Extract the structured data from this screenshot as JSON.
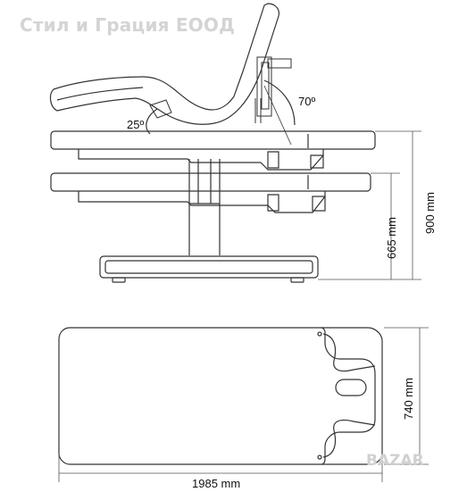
{
  "watermark": "Стил и Грация ЕООД",
  "logo": "BAZAR",
  "annotations": {
    "angle_leg": "25º",
    "angle_back": "70º",
    "height_max": "900 mm",
    "height_min": "665 mm",
    "width": "740 mm",
    "length": "1985 mm"
  }
}
